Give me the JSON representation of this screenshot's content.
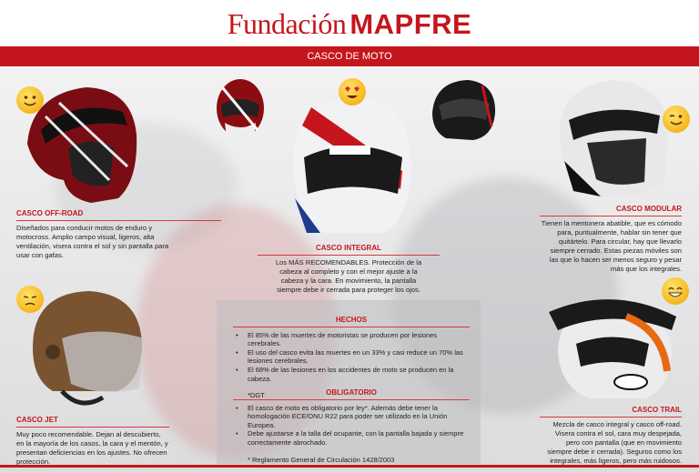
{
  "header": {
    "logo_light": "Fundación",
    "logo_bold": "MAPFRE",
    "banner_title": "CASCO DE MOTO"
  },
  "colors": {
    "brand_red": "#c4161c",
    "box_grey": "#bebec0"
  },
  "sections": {
    "offroad": {
      "title": "CASCO OFF-ROAD",
      "text": "Diseñados para conducir motos de enduro y motocross. Amplio campo visual, ligeros, alta ventilación, visera contra el sol y sin pantalla para usar con gafas.",
      "emoji": "smile-emoji"
    },
    "integral": {
      "title": "CASCO INTEGRAL",
      "text": "Los MÁS RECOMENDABLES. Protección de la cabeza al completo y con el mejor ajuste a la cabeza y la cara. En movimiento, la pantalla siempre debe ir cerrada para proteger los ojos.",
      "emoji": "heart-eyes-emoji"
    },
    "modular": {
      "title": "CASCO MODULAR",
      "text": "Tienen la mentonera abatible, que es cómodo para, puntualmente, hablar sin tener que quitártelo. Para circular, hay que llevarlo siempre cerrado. Estas piezas móviles son las que lo hacen ser menos seguro y pesar más que los integrales.",
      "emoji": "wink-emoji"
    },
    "jet": {
      "title": "CASCO JET",
      "text": "Muy poco recomendable. Dejan al descubierto, en la mayoría de los casos, la cara y el mentón, y presentan deficiencias en los ajustes. No ofrecen protección.",
      "emoji": "sad-emoji"
    },
    "trail": {
      "title": "CASCO TRAIL",
      "text": "Mezcla de casco integral y casco off-road. Visera contra el sol, cara muy despejada, pero con pantalla (que en movimiento siempre debe ir cerrada). Seguros como los integrales, más ligeros, pero más ruidosos.",
      "emoji": "grin-emoji"
    }
  },
  "facts": {
    "title": "HECHOS",
    "items": [
      "El 85% de las muertes de motoristas se producen por lesiones cerebrales.",
      "El uso del casco evita las muertes en un 33% y casi reduce un 70% las lesiones cerebrales.",
      "El 68% de las lesiones en los accidentes de moto se producen en la cabeza."
    ],
    "source": "*DGT"
  },
  "mandatory": {
    "title": "OBLIGATORIO",
    "items": [
      "El casco de moto es obligatorio por ley*. Además debe tener la homologación ECE/ONU R22 para poder ser utilizado en la Unión Europea.",
      "Debe ajustarse a la talla del ocupante, con la pantalla bajada y siempre correctamente abrochado."
    ],
    "footnote": "* Reglamento General de Circulación 1428/2003"
  }
}
